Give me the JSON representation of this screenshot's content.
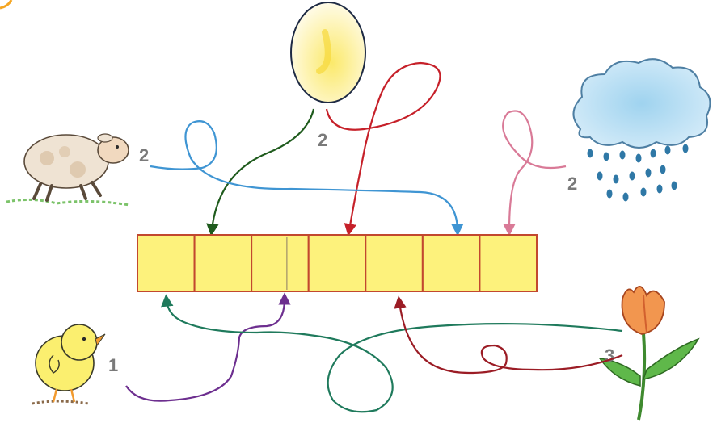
{
  "puzzle": {
    "numbers": {
      "egg": "2",
      "sheep": "2",
      "cloud": "2",
      "chick": "1",
      "flower": "3"
    },
    "box_count": 7,
    "icons": [
      "egg-icon",
      "sheep-icon",
      "rain-cloud-icon",
      "chick-icon",
      "tulip-flower-icon"
    ],
    "colors": {
      "box_fill": "#fdf27c",
      "box_border": "#c2482f",
      "egg_line_green": "#1f5b1d",
      "egg_line_red": "#c62029",
      "sheep_line": "#3f95d3",
      "cloud_line": "#d97a97",
      "chick_line": "#6d2f8f",
      "flower_line_teal": "#1f7a5c",
      "flower_line_maroon": "#9b1c25",
      "number_gray": "#7a7a7a",
      "corner_orange": "#f5a623"
    }
  }
}
